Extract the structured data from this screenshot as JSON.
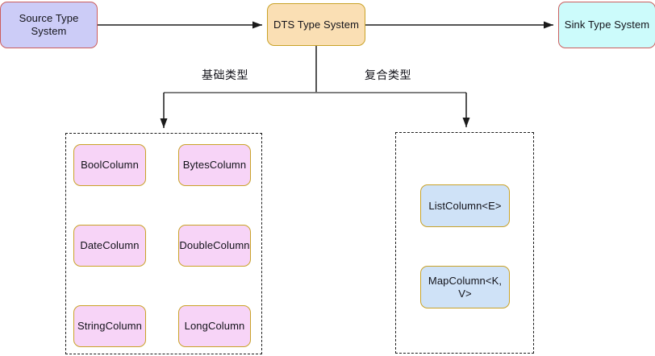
{
  "diagram": {
    "title_nodes": {
      "source": {
        "label": "Source Type System",
        "color": "#ccccf7",
        "border": "#cc5d5d"
      },
      "dts": {
        "label": "DTS Type System",
        "color": "#fadfb4",
        "border": "#c9a227"
      },
      "sink": {
        "label": "Sink Type System",
        "color": "#ccfbfb",
        "border": "#cc5d5d"
      }
    },
    "edge_labels": {
      "basic": "基础类型",
      "composite": "复合类型"
    },
    "groups": [
      {
        "name": "basic-types-group",
        "style": "dashed",
        "nodes": [
          {
            "label": "BoolColumn",
            "color": "#f7d4f7",
            "border": "#c9a227"
          },
          {
            "label": "BytesColumn",
            "color": "#f7d4f7",
            "border": "#c9a227"
          },
          {
            "label": "DateColumn",
            "color": "#f7d4f7",
            "border": "#c9a227"
          },
          {
            "label": "DoubleColumn",
            "color": "#f7d4f7",
            "border": "#c9a227"
          },
          {
            "label": "StringColumn",
            "color": "#f7d4f7",
            "border": "#c9a227"
          },
          {
            "label": "LongColumn",
            "color": "#f7d4f7",
            "border": "#c9a227"
          }
        ]
      },
      {
        "name": "composite-types-group",
        "style": "dashed",
        "nodes": [
          {
            "label": "ListColumn<E>",
            "color": "#cfe2f7",
            "border": "#c9a227"
          },
          {
            "label": "MapColumn<K, V>",
            "color": "#cfe2f7",
            "border": "#c9a227"
          }
        ]
      }
    ]
  }
}
